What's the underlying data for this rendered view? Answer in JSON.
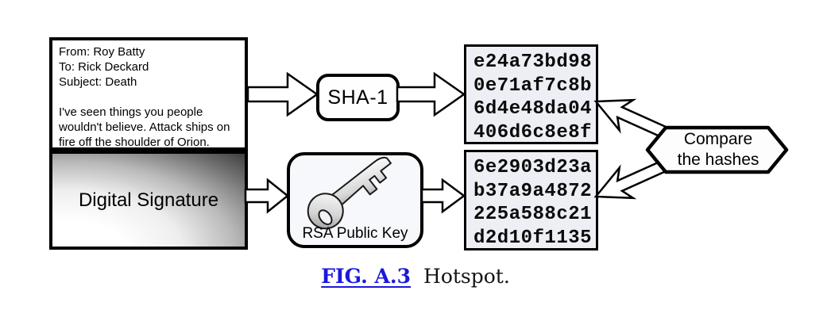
{
  "figure": {
    "message_box": {
      "lines": [
        "From: Roy Batty",
        "To: Rick Deckard",
        "Subject: Death",
        "",
        "I've seen things you people",
        "wouldn't believe. Attack ships on",
        "fire off the shoulder of Orion."
      ]
    },
    "signature_box": {
      "label": "Digital Signature"
    },
    "sha1_box": {
      "label": "SHA-1"
    },
    "rsa_box": {
      "label": "RSA Public Key",
      "icon": "key-icon"
    },
    "hash_box_1": {
      "lines": [
        "e24a73bd98",
        "0e71af7c8b",
        "6d4e48da04",
        "406d6c8e8f"
      ]
    },
    "hash_box_2": {
      "lines": [
        "6e2903d23a",
        "b37a9a4872",
        "225a588c21",
        "d2d10f1135"
      ]
    },
    "compare": {
      "lines": [
        "Compare",
        "the hashes"
      ]
    },
    "caption": {
      "fig_label": "FIG. A.3",
      "text": "Hotspot."
    },
    "colors": {
      "caption_link_blue": "#1b18dd",
      "hash_box_bg": "#edeff4",
      "outline_black": "#000000",
      "signature_gradient_dark": "#2c2c2c"
    }
  }
}
